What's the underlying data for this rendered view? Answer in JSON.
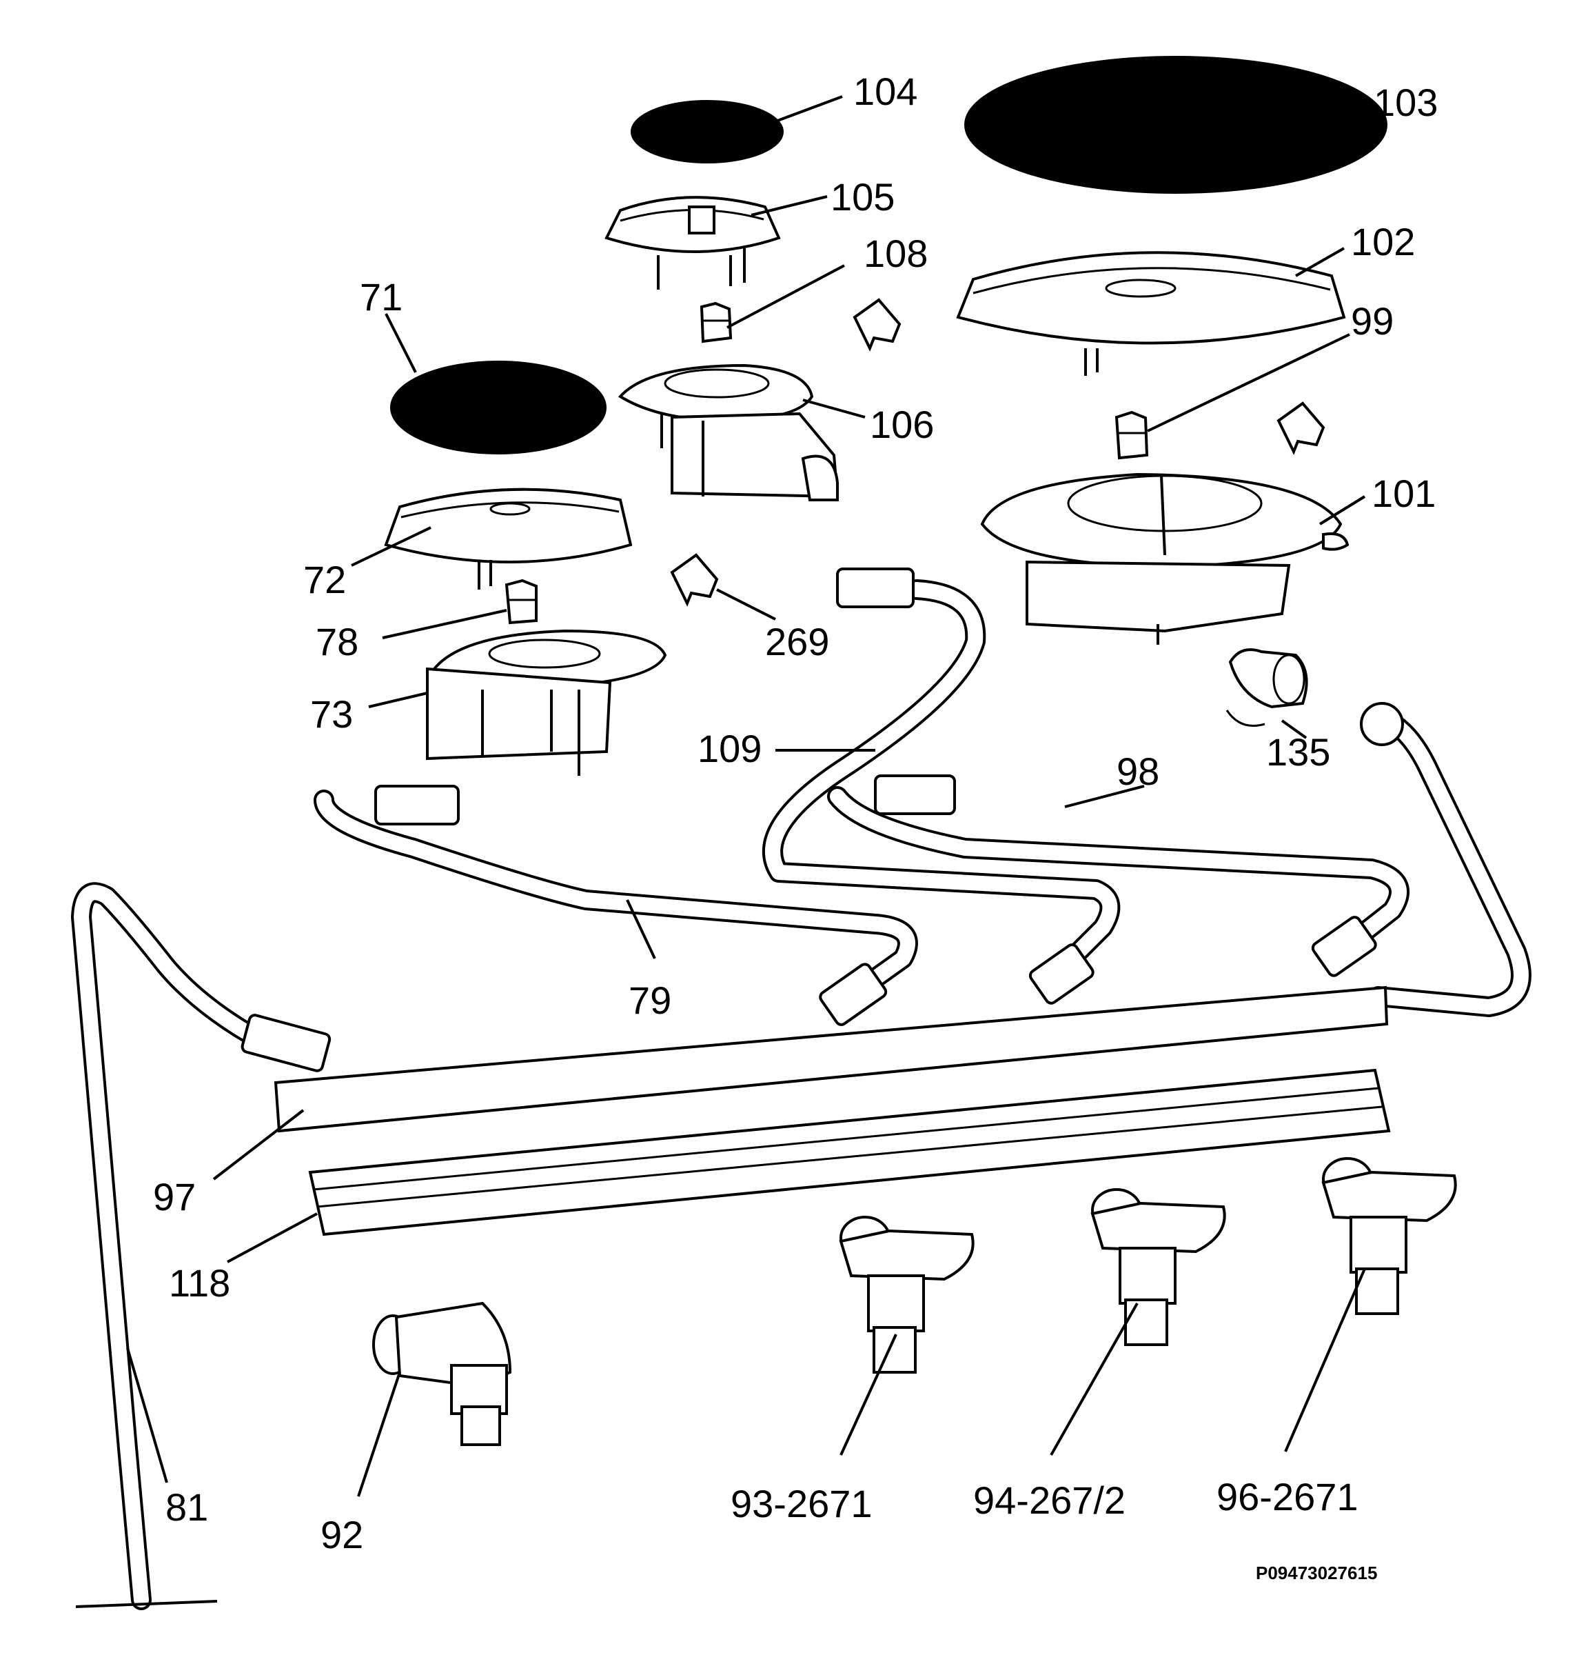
{
  "diagram": {
    "part_labels": [
      "104",
      "103",
      "105",
      "108",
      "102",
      "71",
      "99",
      "106",
      "101",
      "72",
      "269",
      "78",
      "73",
      "109",
      "135",
      "98",
      "79",
      "97",
      "118",
      "81",
      "92",
      "93-2671",
      "94-267/2",
      "96-2671"
    ],
    "drawing_code": "P09473027615"
  },
  "colors": {
    "ink": "#000000",
    "paper": "#ffffff"
  }
}
